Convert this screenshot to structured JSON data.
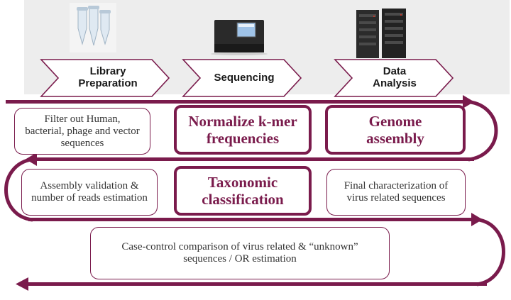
{
  "stages": [
    {
      "label": "Library\nPreparation",
      "icon": "test-tubes-icon"
    },
    {
      "label": "Sequencing",
      "icon": "sequencer-icon"
    },
    {
      "label": "Data\nAnalysis",
      "icon": "server-rack-icon"
    }
  ],
  "row1": {
    "filter": "Filter out Human, bacterial, phage and vector sequences",
    "normalize": "Normalize k-mer frequencies",
    "assembly": "Genome assembly"
  },
  "row2": {
    "validation": "Assembly validation & number of reads estimation",
    "taxonomic": "Taxonomic classification",
    "characterization": "Final characterization of virus related sequences"
  },
  "row3": {
    "comparison": "Case-control comparison of virus related & “unknown” sequences / OR estimation"
  },
  "colors": {
    "accent": "#7a1b4c",
    "header_bg": "#ededed"
  }
}
